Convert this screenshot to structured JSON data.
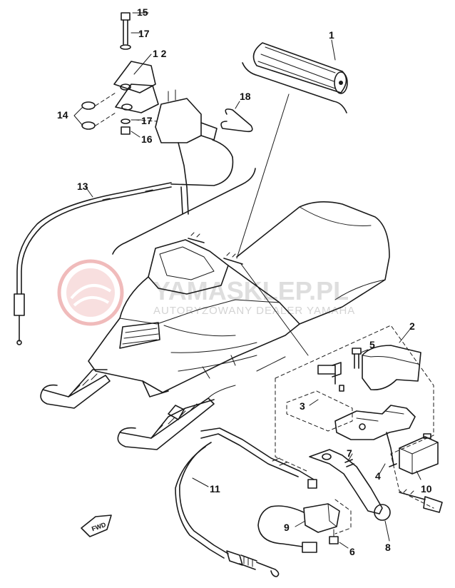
{
  "watermark": {
    "brand": "YAMASKLEP.PL",
    "tagline": "AUTORYZOWANY DEALER YAMAHA",
    "logo_color": "#e9a3a3",
    "text_color": "#d9d9d9"
  },
  "fwd_label": "FWD",
  "callouts": [
    {
      "id": "1",
      "text": "1"
    },
    {
      "id": "2",
      "text": "2"
    },
    {
      "id": "3",
      "text": "3"
    },
    {
      "id": "4",
      "text": "4"
    },
    {
      "id": "5",
      "text": "5"
    },
    {
      "id": "6",
      "text": "6"
    },
    {
      "id": "7",
      "text": "7"
    },
    {
      "id": "8",
      "text": "8"
    },
    {
      "id": "9",
      "text": "9"
    },
    {
      "id": "10",
      "text": "10"
    },
    {
      "id": "11",
      "text": "11"
    },
    {
      "id": "12",
      "text": "1 2"
    },
    {
      "id": "13",
      "text": "13"
    },
    {
      "id": "14",
      "text": "14"
    },
    {
      "id": "15",
      "text": "15"
    },
    {
      "id": "16",
      "text": "16"
    },
    {
      "id": "17a",
      "text": "17"
    },
    {
      "id": "17b",
      "text": "17"
    },
    {
      "id": "18",
      "text": "18"
    }
  ]
}
